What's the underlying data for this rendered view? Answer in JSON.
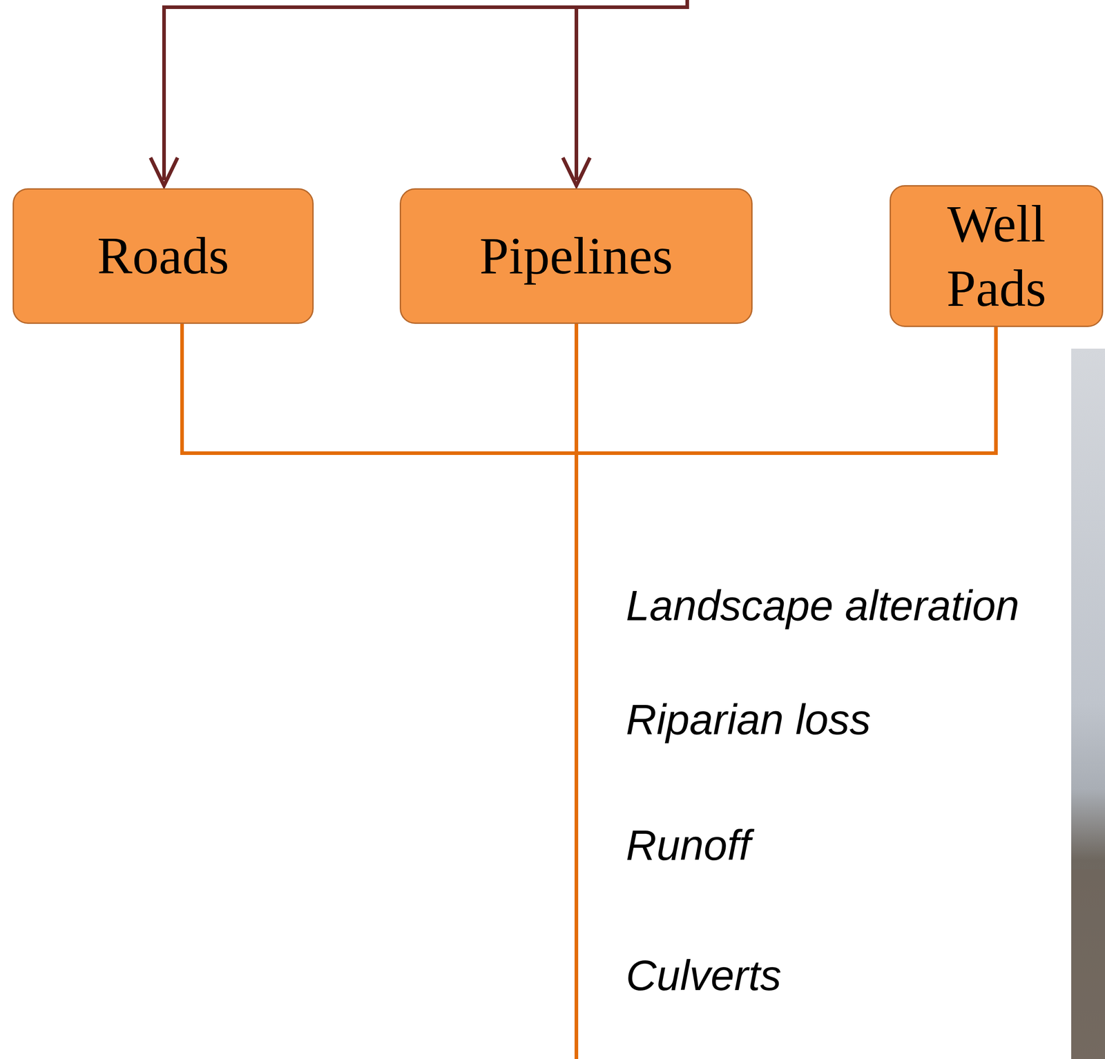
{
  "diagram": {
    "nodes": [
      {
        "text": [
          "Roads"
        ]
      },
      {
        "text": [
          "Pipelines"
        ]
      },
      {
        "text": [
          "Well Pads"
        ]
      }
    ],
    "labels": [
      "Landscape alteration",
      "Riparian loss",
      "Runoff",
      "Culverts"
    ]
  }
}
